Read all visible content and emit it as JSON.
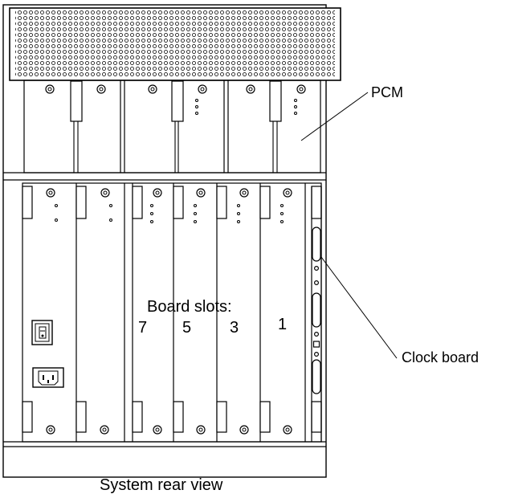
{
  "labels": {
    "pcm": "PCM",
    "clock_board": "Clock board",
    "board_slots": "Board  slots:",
    "slot_numbers": [
      "7",
      "5",
      "3",
      "1"
    ]
  },
  "caption": "System rear view",
  "icons": {
    "power_switch": "rocker-switch-icon",
    "power_inlet": "ac-power-inlet-icon",
    "vent_grille": "perforated-grille"
  },
  "colors": {
    "line": "#000000",
    "background": "#ffffff"
  }
}
